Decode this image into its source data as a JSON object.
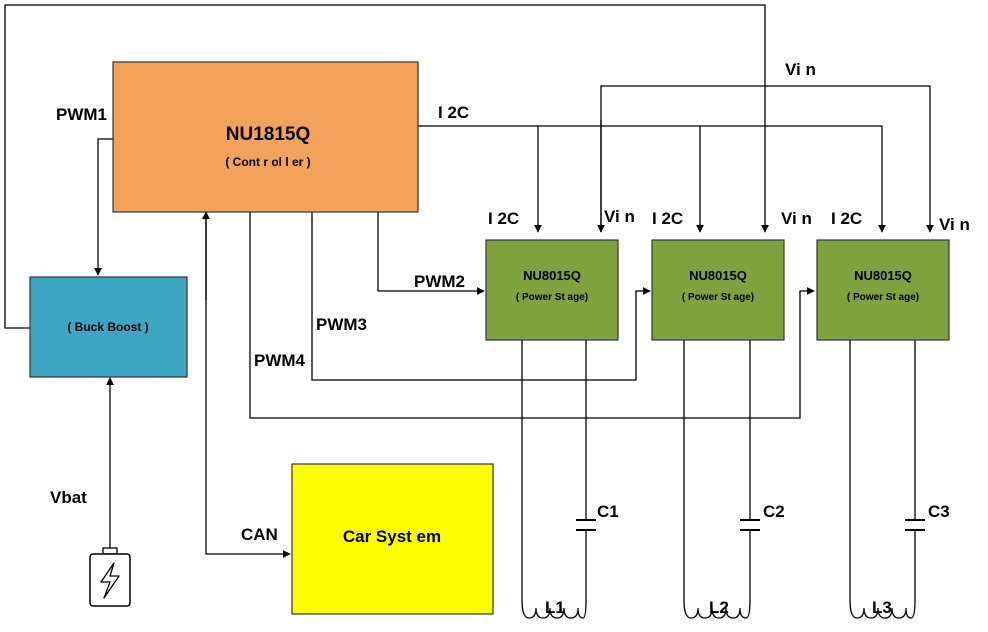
{
  "colors": {
    "controller": "#f4a15c",
    "buck_boost": "#3ba7c3",
    "power_stage": "#7fa33e",
    "car_system": "#ffff00",
    "line": "#000000"
  },
  "controller": {
    "name": "NU1815Q",
    "sub": "( Cont r ol l er )"
  },
  "buck_boost": {
    "label": "( Buck Boost )"
  },
  "car_system": {
    "label": "Car   Syst em"
  },
  "power_stages": [
    {
      "name": "NU8015Q",
      "sub": "( Power   St age)"
    },
    {
      "name": "NU8015Q",
      "sub": "( Power   St age)"
    },
    {
      "name": "NU8015Q",
      "sub": "( Power   St age)"
    }
  ],
  "signals": {
    "pwm1": "PWM1",
    "pwm2": "PWM2",
    "pwm3": "PWM3",
    "pwm4": "PWM4",
    "i2c_bus": "I 2C",
    "i2c_1": "I 2C",
    "i2c_2": "I 2C",
    "i2c_3": "I 2C",
    "vin_bus": "Vi n",
    "vin_1": "Vi n",
    "vin_2": "Vi n",
    "vin_3": "Vi n",
    "vbat": "Vbat",
    "can": "CAN"
  },
  "capacitors": [
    "C1",
    "C2",
    "C3"
  ],
  "inductors": [
    "L1",
    "L2",
    "L3"
  ],
  "battery_icon": "battery-bolt-icon"
}
